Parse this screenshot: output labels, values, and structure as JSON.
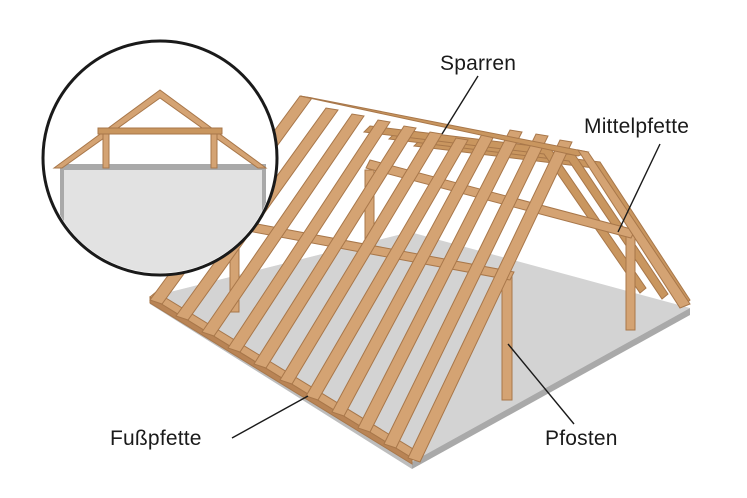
{
  "labels": {
    "sparren": "Sparren",
    "mittelpfette": "Mittelpfette",
    "fusspfette": "Fußpfette",
    "pfosten": "Pfosten"
  },
  "colors": {
    "timber": "#d4a373",
    "timber_edge": "#a8774a",
    "timber_shade": "#b98455",
    "floor": "#d3d3d3",
    "floor_edge": "#a9a9a9",
    "inset_fill": "#e2e2e2",
    "leader": "#1a1a1a"
  }
}
